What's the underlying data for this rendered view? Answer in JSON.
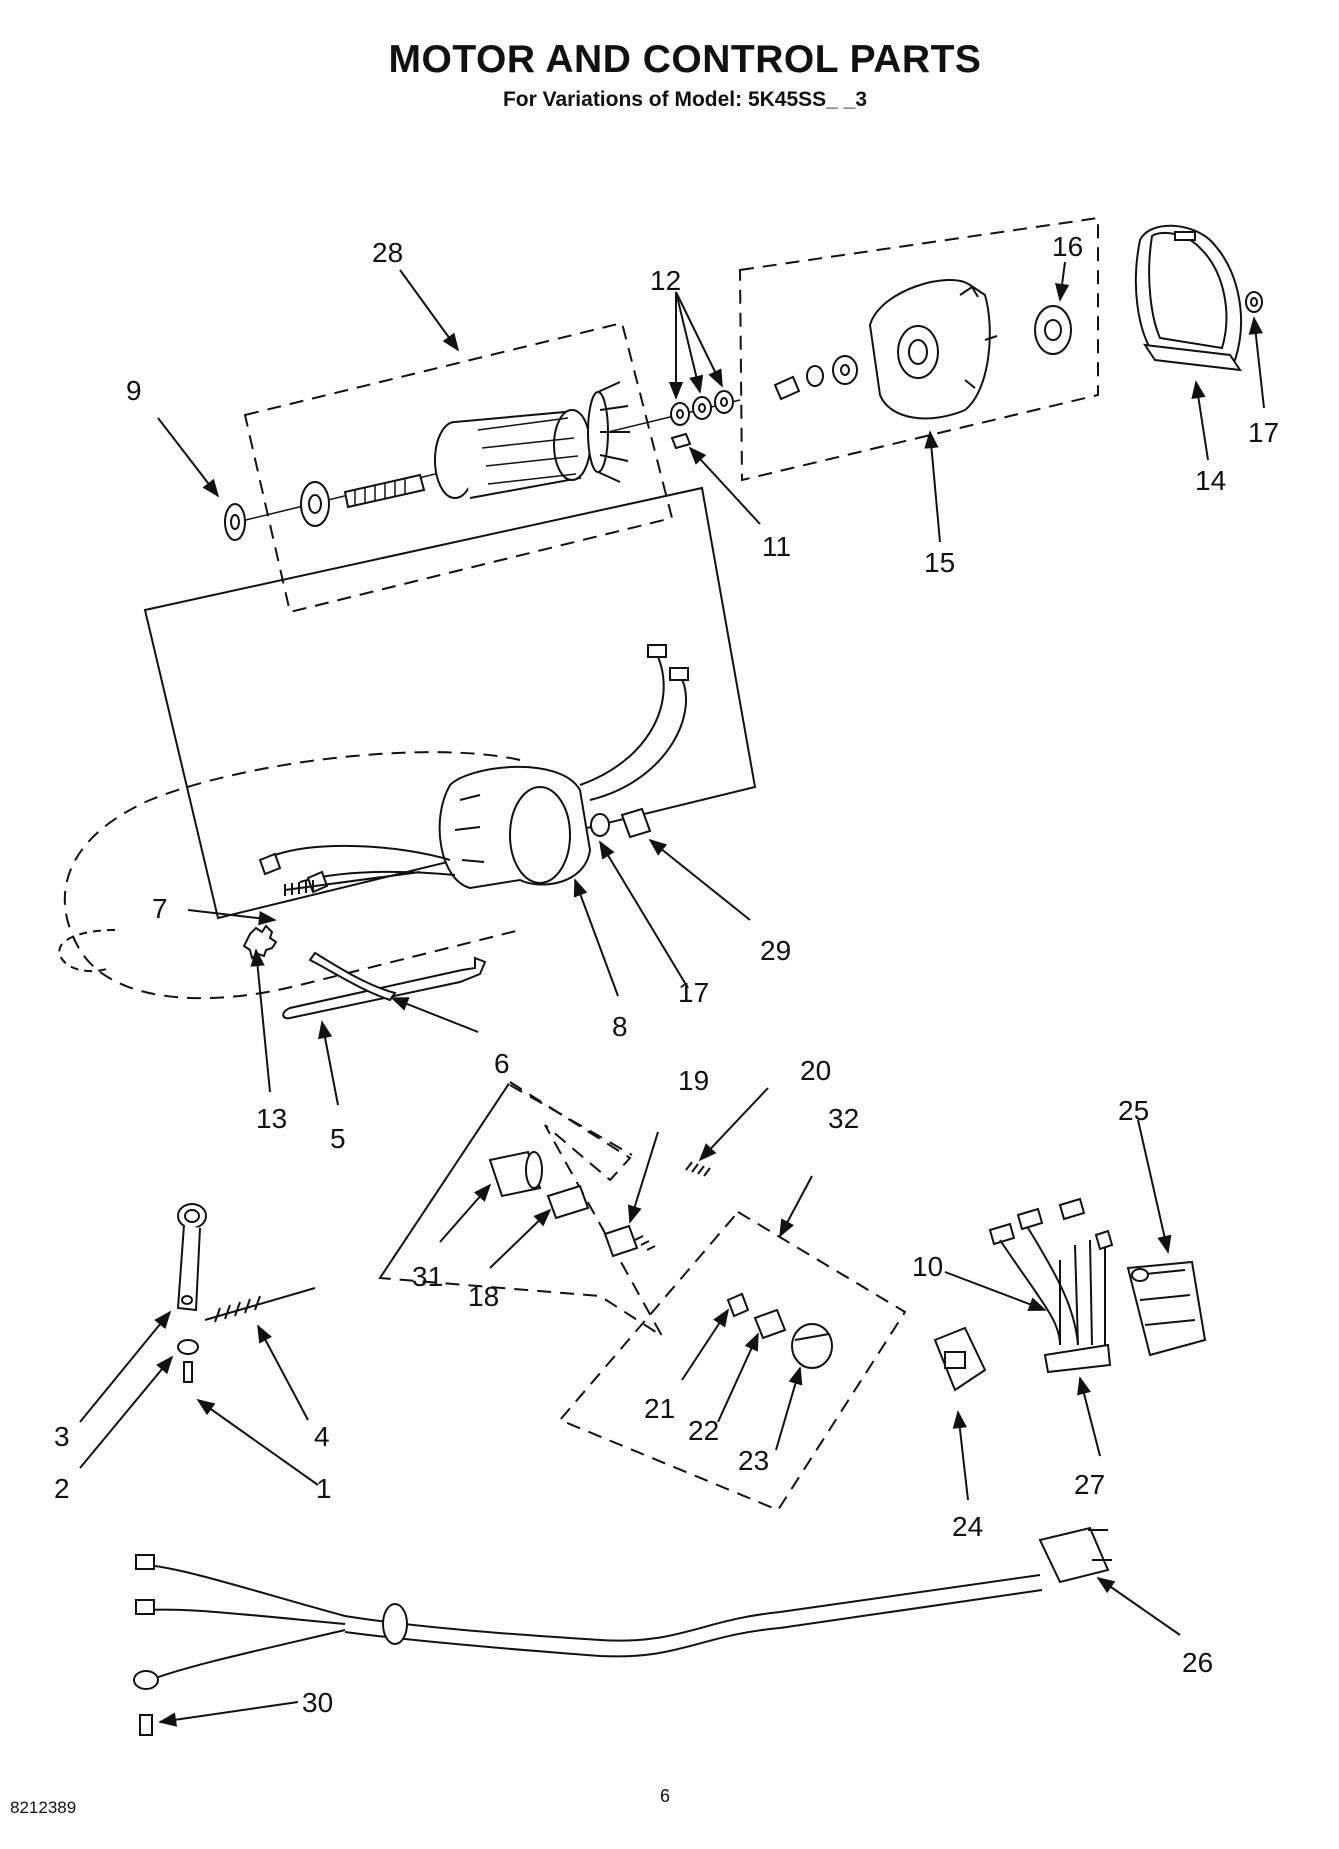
{
  "header": {
    "title": "MOTOR AND CONTROL PARTS",
    "subtitle": "For Variations of Model: 5K45SS_ _3"
  },
  "footer": {
    "doc_number": "8212389",
    "page_number": "6"
  },
  "callouts": [
    "1",
    "2",
    "3",
    "4",
    "5",
    "6",
    "7",
    "8",
    "9",
    "10",
    "11",
    "12",
    "13",
    "14",
    "15",
    "16",
    "17",
    "17",
    "18",
    "19",
    "20",
    "21",
    "22",
    "23",
    "24",
    "25",
    "26",
    "27",
    "28",
    "29",
    "30",
    "31",
    "32"
  ]
}
